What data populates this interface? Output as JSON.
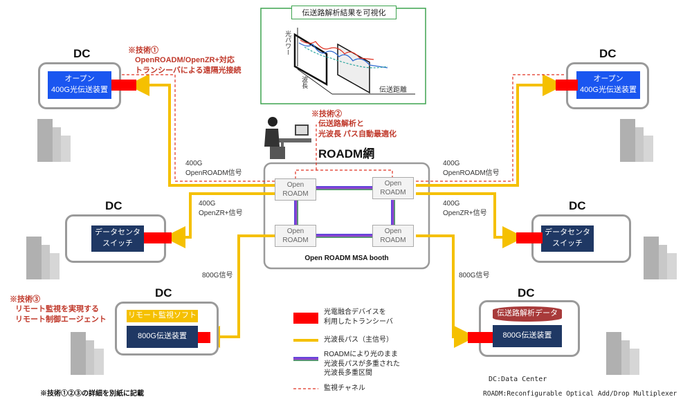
{
  "network": {
    "title": "ROADM網",
    "booth": "Open ROADM MSA booth",
    "nodes": [
      {
        "l1": "Open",
        "l2": "ROADM"
      },
      {
        "l1": "Open",
        "l2": "ROADM"
      },
      {
        "l1": "Open",
        "l2": "ROADM"
      },
      {
        "l1": "Open",
        "l2": "ROADM"
      }
    ]
  },
  "dcs": {
    "title": "DC",
    "top_left": {
      "line1": "オープン",
      "line2": "400G光伝送装置"
    },
    "top_right": {
      "line1": "オープン",
      "line2": "400G光伝送装置"
    },
    "mid_left": {
      "line1": "データセンタ",
      "line2": "スイッチ"
    },
    "mid_right": {
      "line1": "データセンタ",
      "line2": "スイッチ"
    },
    "bottom_left": {
      "soft": "リモート監視ソフト",
      "device": "800G伝送装置"
    },
    "bottom_right": {
      "db": "伝送路解析データ",
      "device": "800G伝送装置"
    }
  },
  "signals": {
    "openroadm_left": [
      "400G",
      "OpenROADM信号"
    ],
    "openroadm_right": [
      "400G",
      "OpenROADM信号"
    ],
    "openzr_left": [
      "400G",
      "OpenZR+信号"
    ],
    "openzr_right": [
      "400G",
      "OpenZR+信号"
    ],
    "g800_left": "800G信号",
    "g800_right": "800G信号"
  },
  "notes": {
    "tech1": [
      "※技術①",
      "OpenROADM/OpenZR+対応",
      "トランシーバによる遠隔光接続"
    ],
    "tech2": [
      "※技術②",
      "伝送路解析と",
      "光波長 パス自動最適化"
    ],
    "tech3": [
      "※技術③",
      "リモート監視を実現する",
      "リモート制御エージェント"
    ],
    "footer": "※技術①②③の詳細を別紙に記載"
  },
  "viz": {
    "title": "伝送路解析結果を可視化",
    "y_axis": "光パワー",
    "depth_axis": "波長",
    "x_axis": "伝送距離"
  },
  "legend": {
    "transceiver": [
      "光電融合デバイスを",
      "利用したトランシーバ"
    ],
    "path": "光波長パス（主信号）",
    "multiplex": [
      "ROADMにより光のまま",
      "光波長パスが多重された",
      "光波長多重区間"
    ],
    "monitor": "監視チャネル"
  },
  "abbrev": {
    "dc": "DC:Data Center",
    "roadm": "ROADM:Reconfigurable Optical Add/Drop Multiplexer"
  },
  "colors": {
    "path": "#f5c000",
    "monitor": "#e03020",
    "transceiver": "#ff0000",
    "open_box": "#1a56f0",
    "navy_box": "#1f3864",
    "soft_box": "#f5c000",
    "note": "#c0392b"
  }
}
